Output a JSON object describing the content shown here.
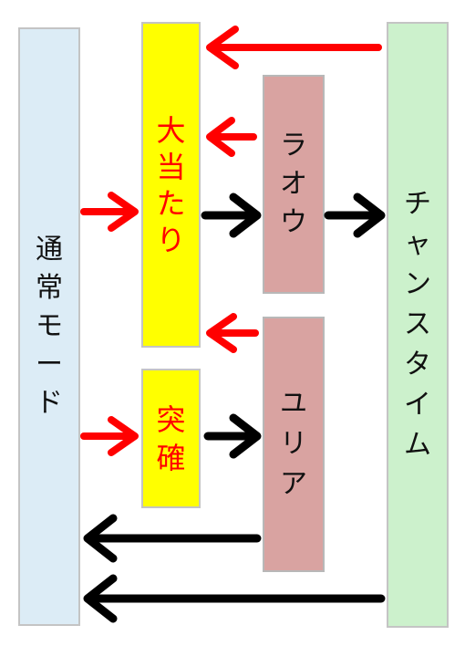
{
  "boxes": {
    "normal_mode": {
      "chars": [
        "通",
        "常",
        "モ",
        "ー",
        "ド"
      ]
    },
    "jackpot": {
      "chars": [
        "大",
        "当",
        "た",
        "り"
      ]
    },
    "kakuhen": {
      "chars": [
        "突",
        "確"
      ]
    },
    "raoh": {
      "chars": [
        "ラ",
        "オ",
        "ウ"
      ]
    },
    "yuria": {
      "chars": [
        "ユ",
        "リ",
        "ア"
      ]
    },
    "chance_time": {
      "chars": [
        "チ",
        "ャ",
        "ン",
        "ス",
        "タ",
        "イ",
        "ム"
      ]
    }
  },
  "colors": {
    "red_arrow": "#ff0000",
    "black_arrow": "#000000",
    "normal_fill": "#dcecf6",
    "jackpot_fill": "#ffff00",
    "rush_fill": "#d9a3a1",
    "chance_fill": "#ccf1cc"
  }
}
